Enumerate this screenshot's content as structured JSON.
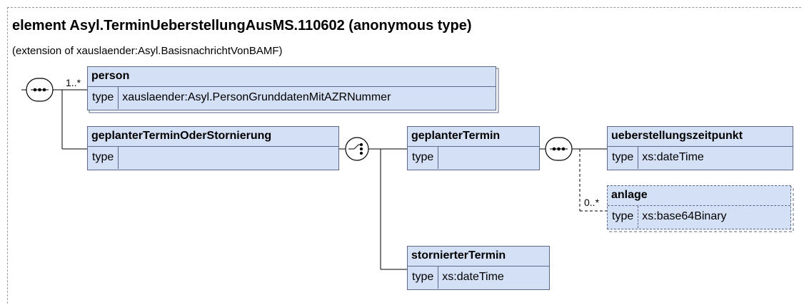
{
  "diagram": {
    "title": "element Asyl.TerminUeberstellungAusMS.110602 (anonymous type)",
    "subtitle": "(extension of xauslaender:Asyl.BasisnachrichtVonBAMF)",
    "elements": {
      "person": {
        "name": "person",
        "type_label": "type",
        "type_value": "xauslaender:Asyl.PersonGrunddatenMitAZRNummer",
        "cardinality": "1..*"
      },
      "geplanterTerminOderStornierung": {
        "name": "geplanterTerminOderStornierung",
        "type_label": "type",
        "type_value": ""
      },
      "geplanterTermin": {
        "name": "geplanterTermin",
        "type_label": "type",
        "type_value": ""
      },
      "ueberstellungszeitpunkt": {
        "name": "ueberstellungszeitpunkt",
        "type_label": "type",
        "type_value": "xs:dateTime"
      },
      "anlage": {
        "name": "anlage",
        "type_label": "type",
        "type_value": "xs:base64Binary",
        "cardinality": "0..*"
      },
      "stornierterTermin": {
        "name": "stornierterTermin",
        "type_label": "type",
        "type_value": "xs:dateTime"
      }
    },
    "colors": {
      "box_fill": "#d4e0f5",
      "box_border": "#5a6a8a",
      "connector": "#000000"
    }
  }
}
